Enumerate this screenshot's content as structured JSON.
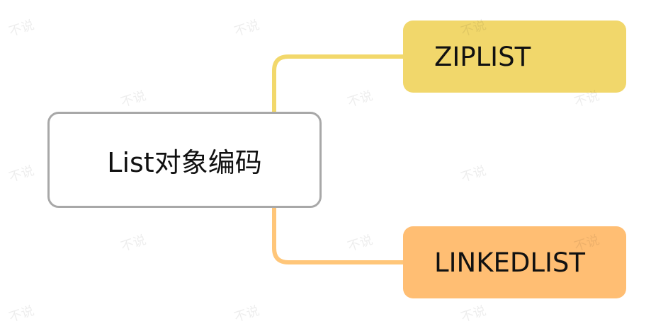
{
  "diagram": {
    "root": {
      "label": "List对象编码"
    },
    "children": [
      {
        "label": "ZIPLIST",
        "color": "#f1d76b",
        "connector_color": "#f2d86b"
      },
      {
        "label": "LINKEDLIST",
        "color": "#ffbe73",
        "connector_color": "#ffc679"
      }
    ],
    "root_border_color": "#a8a8a8"
  },
  "watermark": {
    "text": "不说"
  }
}
